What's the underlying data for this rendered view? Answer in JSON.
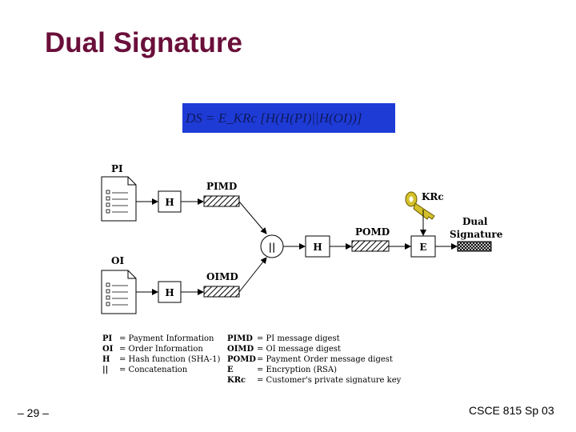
{
  "slide": {
    "title": "Dual Signature",
    "formula": "DS = E_KRc [H(H(PI)||H(OI))]",
    "footer_left": "– 29 –",
    "footer_right": "CSCE 815 Sp 03"
  },
  "diagram": {
    "pi_label": "PI",
    "oi_label": "OI",
    "hash_label": "H",
    "pimd_label": "PIMD",
    "oimd_label": "OIMD",
    "concat_label": "||",
    "pomd_label": "POMD",
    "encrypt_label": "E",
    "key_label": "KRc",
    "dual_label_1": "Dual",
    "dual_label_2": "Signature"
  },
  "legend": {
    "left": [
      {
        "term": "PI",
        "def": "= Payment Information"
      },
      {
        "term": "OI",
        "def": "= Order Information"
      },
      {
        "term": "H",
        "def": "= Hash function (SHA-1)"
      },
      {
        "term": "||",
        "def": "= Concatenation"
      }
    ],
    "right": [
      {
        "term": "PIMD",
        "def": "= PI message digest"
      },
      {
        "term": "OIMD",
        "def": "= OI message digest"
      },
      {
        "term": "POMD",
        "def": "= Payment Order message digest"
      },
      {
        "term": "E",
        "def": "= Encryption (RSA)"
      },
      {
        "term": "KRc",
        "def": "= Customer's private signature key"
      }
    ]
  },
  "colors": {
    "title": "#6a0f3a",
    "formula_bg": "#1e3bd6",
    "key": "#d4c02a"
  }
}
